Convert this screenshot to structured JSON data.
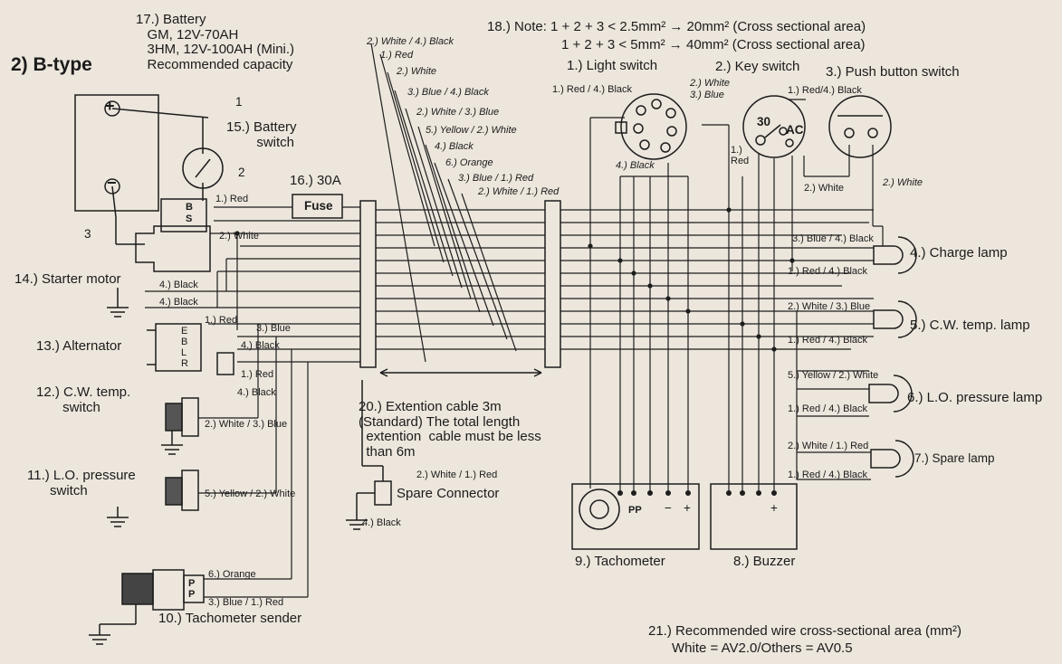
{
  "section_title": "2) B-type",
  "battery_note": "17.) Battery\n   GM, 12V-70AH\n   3HM, 12V-100AH (Mini.)\n   Recommended capacity",
  "note": {
    "line1": "18.) Note: 1 + 2 + 3 < 2.5mm² → 20mm² (Cross sectional area)",
    "line2": "1 + 2 + 3 < 5mm² → 40mm² (Cross sectional area)"
  },
  "components": {
    "light_switch": "1.) Light switch",
    "key_switch": "2.) Key switch",
    "push_button_switch": "3.) Push button switch",
    "charge_lamp": "4.) Charge lamp",
    "cw_temp_lamp": "5.) C.W. temp. lamp",
    "lo_pressure_lamp": "6.) L.O. pressure lamp",
    "spare_lamp": "7.) Spare lamp",
    "buzzer": "8.) Buzzer",
    "tachometer": "9.) Tachometer",
    "tachometer_sender": "10.) Tachometer sender",
    "lo_pressure_switch": "11.) L.O. pressure\n      switch",
    "cw_temp_switch": "12.) C.W. temp.\n       switch",
    "alternator": "13.) Alternator",
    "starter_motor": "14.) Starter motor",
    "battery_switch": "15.) Battery\n        switch",
    "fuse_rating": "16.) 30A",
    "fuse": "Fuse",
    "extension_cable": "20.) Extention cable 3m\n(Standard) The total length\n  extention  cable must be less\n  than 6m",
    "spare_connector": "Spare Connector"
  },
  "recommended_area": {
    "line1": "21.) Recommended wire cross-sectional area (mm²)",
    "line2": "White = AV2.0/Others = AV0.5"
  },
  "wire_labels": {
    "top1": "2.) White / 4.) Black",
    "top2": "1.) Red",
    "top3": "2.) White",
    "top4": "3.) Blue / 4.) Black",
    "top5": "2.) White / 3.) Blue",
    "top6": "5.) Yellow / 2.) White",
    "top7": "4.) Black",
    "top8": "6.) Orange",
    "top9": "3.) Blue / 1.) Red",
    "top10": "2.) White / 1.) Red",
    "light_in": "1.) Red / 4.) Black",
    "light_4black": "4.) Black",
    "key_white": "2.) White",
    "key_blue": "3.) Blue",
    "key_red": "1.)\nRed",
    "push_redblack": "1.) Red/4.) Black",
    "push_white_a": "2.) White",
    "push_white_b": "2.) White",
    "bat_red": "1.) Red",
    "bat_white": "2.) White",
    "starter_black_a": "4.) Black",
    "starter_black_b": "4.) Black",
    "alt_red": "1.) Red",
    "alt_blue": "3.) Blue",
    "alt_black": "4.) Black",
    "alt_red2": "1.) Red",
    "alt_black2": "4.) Black",
    "cw_switch_wire": "2.) White / 3.) Blue",
    "lo_switch_wire": "5.) Yellow / 2.) White",
    "spare_conn_wire": "2.) White / 1.) Red",
    "spare_conn_black": "4.) Black",
    "tach_orange": "6.) Orange",
    "tach_bluered": "3.) Blue / 1.) Red",
    "charge_a": "3.) Blue / 4.) Black",
    "charge_b": "1.) Red / 4.) Black",
    "cw_a": "2.) White / 3.) Blue",
    "cw_b": "1.) Red / 4.) Black",
    "lo_a": "5.) Yellow / 2.) White",
    "lo_b": "1.) Red / 4.) Black",
    "spare_a": "2.) White / 1.) Red",
    "spare_b": "1.) Red / 4.) Black"
  },
  "terminal_marks": {
    "bat_plus": "+",
    "bat_minus": "−",
    "key_30": "30",
    "key_ac": "AC",
    "bs_b": "B",
    "bs_s": "S",
    "alt_e": "E",
    "alt_b": "B",
    "alt_l": "L",
    "alt_r": "R",
    "tach_pp": "PP",
    "tach_minus": "−",
    "tach_plus": "+",
    "buzzer_plus": "+",
    "sender_p1": "P",
    "sender_p2": "P",
    "num1": "1",
    "num2": "2",
    "num3": "3"
  }
}
